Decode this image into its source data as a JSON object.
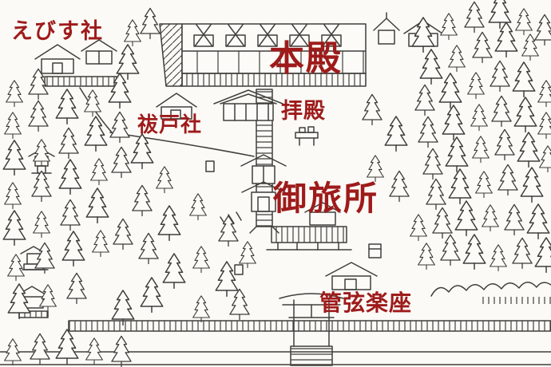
{
  "map": {
    "background_color": "#fbfaf6",
    "line_color": "#3f3e3a",
    "label_color": "#9e1b1b",
    "labels": {
      "ebisu": "えびす社",
      "honden": "本殿",
      "haiden": "拝殿",
      "haraedo": "祓戸社",
      "otabisho": "御旅所",
      "kangen_gakuza": "管弦楽座"
    }
  }
}
